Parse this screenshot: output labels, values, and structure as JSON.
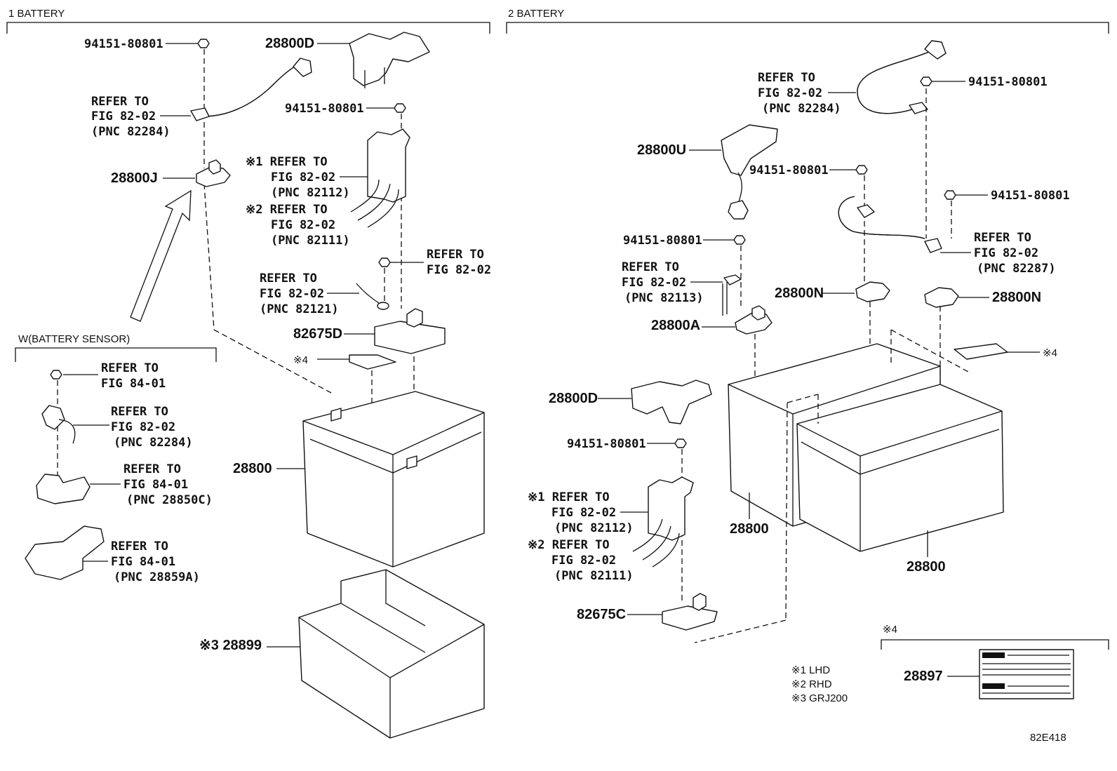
{
  "sections": {
    "left": "1 BATTERY",
    "right": "2 BATTERY",
    "sensor": "W(BATTERY SENSOR)"
  },
  "left": {
    "nut_top": "94151-80801",
    "cover_top": "28800D",
    "ref_82284": [
      "REFER TO",
      "FIG 82-02",
      "(PNC 82284)"
    ],
    "nut_mid": "94151-80801",
    "terminal_j": "28800J",
    "ref_82112": [
      "※1 REFER TO",
      "FIG 82-02",
      "(PNC 82112)"
    ],
    "ref_82111": [
      "※2 REFER TO",
      "FIG 82-02",
      "(PNC 82111)"
    ],
    "ref_fig": [
      "REFER TO",
      "FIG 82-02"
    ],
    "ref_82121": [
      "REFER TO",
      "FIG 82-02",
      "(PNC 82121)"
    ],
    "holder": "82675D",
    "label_mark": "※4",
    "battery": "28800",
    "tray": "※3 28899"
  },
  "sensor": {
    "ref_1": [
      "REFER TO",
      "FIG 84-01"
    ],
    "ref_2": [
      "REFER TO",
      "FIG 82-02",
      "(PNC 82284)"
    ],
    "ref_3": [
      "REFER TO",
      "FIG 84-01",
      "(PNC 28850C)"
    ],
    "ref_4": [
      "REFER TO",
      "FIG 84-01",
      "(PNC 28859A)"
    ]
  },
  "right": {
    "ref_82284": [
      "REFER TO",
      "FIG 82-02",
      "(PNC 82284)"
    ],
    "nut_a": "94151-80801",
    "cover_u": "28800U",
    "nut_b": "94151-80801",
    "nut_c": "94151-80801",
    "nut_d": "94151-80801",
    "ref_82287": [
      "REFER TO",
      "FIG 82-02",
      "(PNC 82287)"
    ],
    "ref_82113": [
      "REFER TO",
      "FIG 82-02",
      "(PNC 82113)"
    ],
    "terminal_n1": "28800N",
    "terminal_n2": "28800N",
    "terminal_a": "28800A",
    "label_mark": "※4",
    "cover_d": "28800D",
    "nut_e": "94151-80801",
    "ref_82112": [
      "※1 REFER TO",
      "FIG 82-02",
      "(PNC 82112)"
    ],
    "ref_82111": [
      "※2 REFER TO",
      "FIG 82-02",
      "(PNC 82111)"
    ],
    "holder": "82675C",
    "battery_1": "28800",
    "battery_2": "28800"
  },
  "legend": {
    "mark": "※4",
    "label_part": "28897",
    "notes": [
      "※1 LHD",
      "※2 RHD",
      "※3 GRJ200"
    ]
  },
  "figure_code": "82E418"
}
